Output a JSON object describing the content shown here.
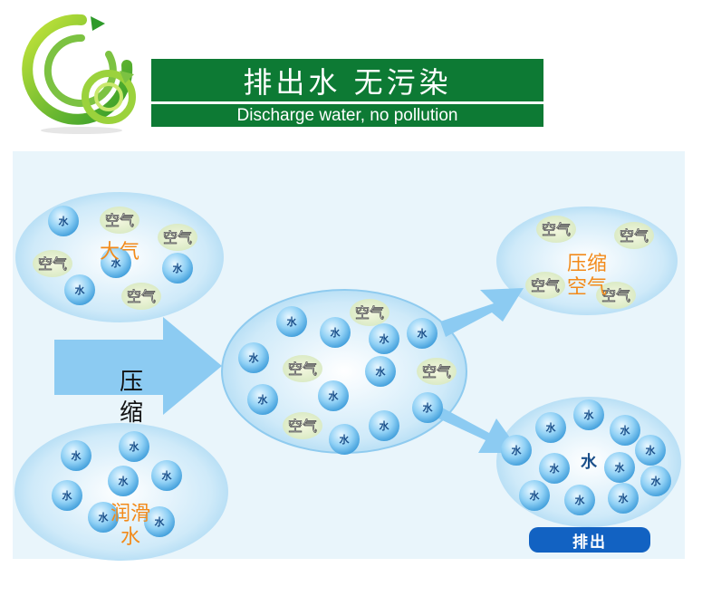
{
  "header": {
    "title_cn": "排出水 无污染",
    "title_en": "Discharge water, no pollution"
  },
  "labels": {
    "atmosphere": "大气",
    "compress": "压缩",
    "lubricating_water": "润滑水",
    "compressed_air": "压缩空气",
    "discharge_button": "排出"
  },
  "tokens": {
    "water": "水",
    "air": "空气"
  },
  "colors": {
    "header_green": "#0d7a34",
    "label_orange": "#f28a1a",
    "button_blue": "#1262c2",
    "bubble_blue": "#3a9ad9",
    "arrow_blue": "#8ccbf2"
  }
}
